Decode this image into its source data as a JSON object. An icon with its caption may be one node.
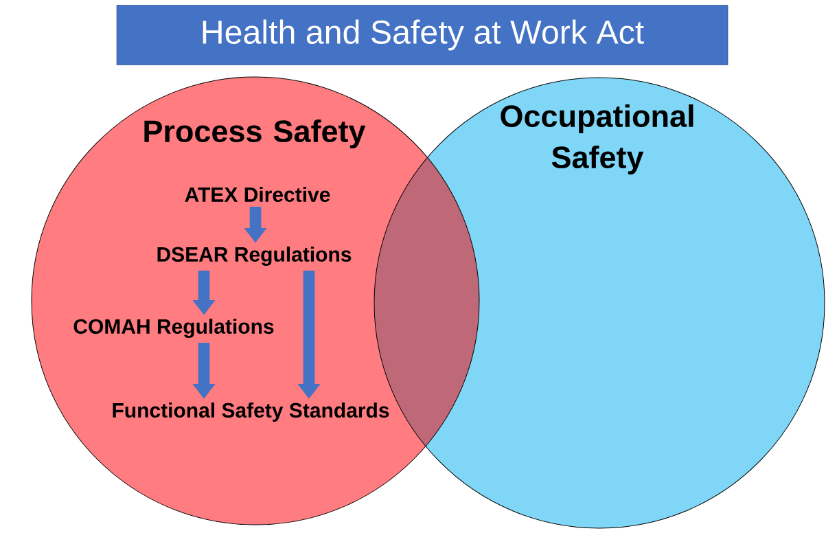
{
  "diagram": {
    "title": "Health and Safety at Work Act",
    "nodes": [
      {
        "text": [
          "Process Safety"
        ]
      },
      {
        "text": [
          "Occupational Safety"
        ]
      },
      {
        "text": [
          "ATEX Directive"
        ],
        "in": 0
      },
      {
        "text": [
          "DSEAR Regulations"
        ],
        "in": 0
      },
      {
        "text": [
          "COMAH Regulations"
        ],
        "in": 0
      },
      {
        "text": [
          "Functional Safety Standards"
        ],
        "in": 0
      }
    ],
    "edges": [
      {
        "from": 2,
        "to": 3,
        "arrow": "to"
      },
      {
        "from": 3,
        "to": 4,
        "arrow": "to"
      },
      {
        "from": 4,
        "to": 5,
        "arrow": "to"
      },
      {
        "from": 3,
        "to": 5,
        "arrow": "to"
      }
    ]
  }
}
